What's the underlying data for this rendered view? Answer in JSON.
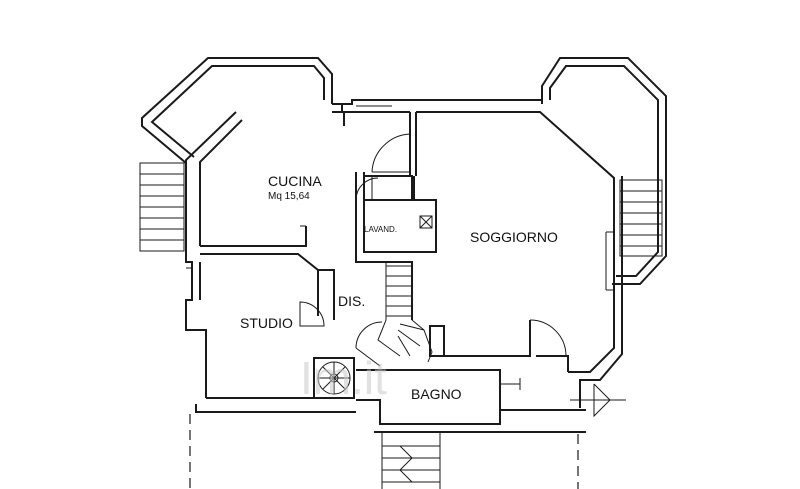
{
  "rooms": {
    "kitchen": {
      "name": "CUCINA",
      "area": "Mq 15,64"
    },
    "laundry": "LAVAND.",
    "living": "SOGGIORNO",
    "hall": "DIS.",
    "study": "STUDIO",
    "bath": "BAGNO"
  },
  "watermark": "Im.it"
}
